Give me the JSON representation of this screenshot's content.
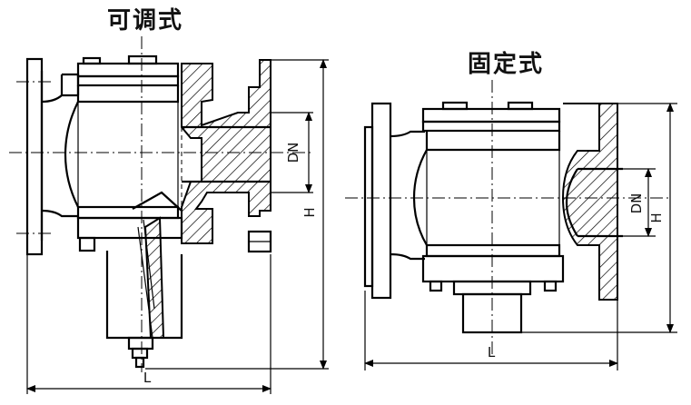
{
  "titles": {
    "adjustable": "可调式",
    "fixed": "固定式"
  },
  "dimensions": {
    "left": {
      "dn": "DN",
      "h": "H",
      "l": "L"
    },
    "right": {
      "dn": "DN",
      "h": "H",
      "l": "L"
    }
  }
}
